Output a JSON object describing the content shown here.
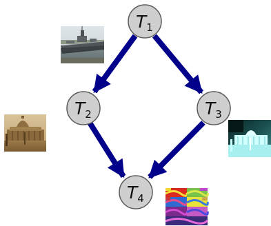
{
  "diagram": {
    "nodes": [
      {
        "id": "T1",
        "letter": "T",
        "index": "1"
      },
      {
        "id": "T2",
        "letter": "T",
        "index": "2"
      },
      {
        "id": "T3",
        "letter": "T",
        "index": "3"
      },
      {
        "id": "T4",
        "letter": "T",
        "index": "4"
      }
    ],
    "edges": [
      {
        "from": "T1",
        "to": "T2"
      },
      {
        "from": "T1",
        "to": "T3"
      },
      {
        "from": "T2",
        "to": "T4"
      },
      {
        "from": "T3",
        "to": "T4"
      }
    ],
    "colors": {
      "edge": "#00008b",
      "node_fill": "#cfcfcf",
      "node_stroke": "#5a5a5a"
    }
  },
  "thumbnails": [
    {
      "id": "battleship-photo",
      "description_icon": "ship-photo-icon"
    },
    {
      "id": "sepia-basilica-photo",
      "description_icon": "sepia-photo-icon"
    },
    {
      "id": "inverted-cyan-photo",
      "description_icon": "negative-photo-icon"
    },
    {
      "id": "false-color-tiles",
      "description_icon": "tiled-colors-icon"
    }
  ]
}
